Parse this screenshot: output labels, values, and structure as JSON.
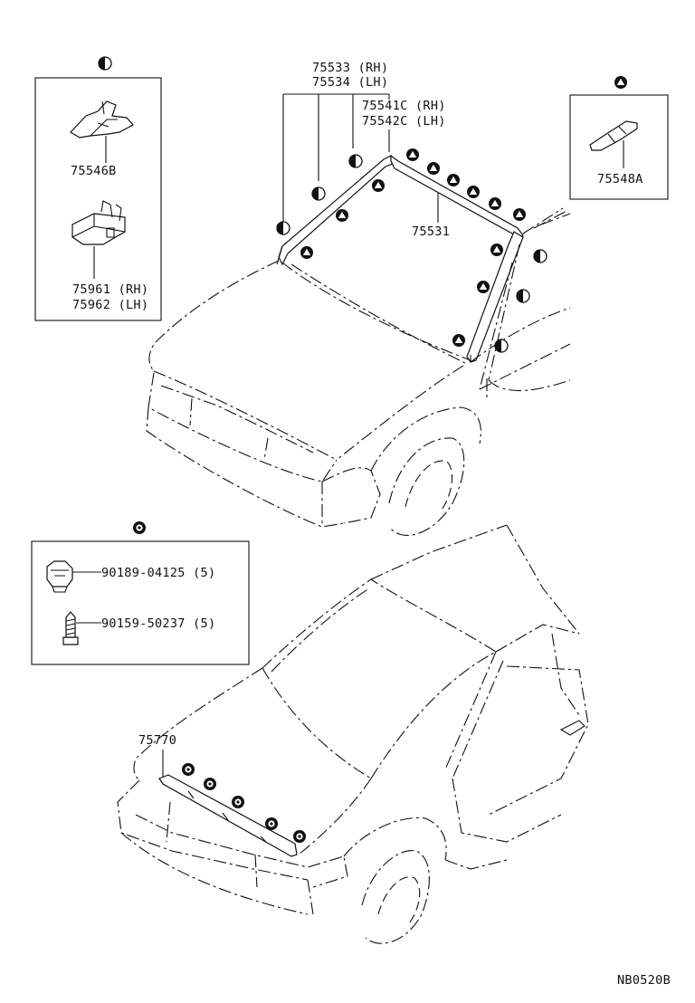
{
  "labels": {
    "p75533": "75533 (RH)",
    "p75534": "75534 (LH)",
    "p75541c": "75541C (RH)",
    "p75542c": "75542C (LH)",
    "p75548a": "75548A",
    "p75546b": "75546B",
    "p75961": "75961 (RH)",
    "p75962": "75962 (LH)",
    "p75531": "75531",
    "p90189": "90189-04125 (5)",
    "p90159": "90159-50237 (5)",
    "p75770": "75770",
    "diagram_id": "NB0520B"
  },
  "symbols": {
    "triangle": "triangle-in-circle-icon",
    "half": "half-filled-circle-icon",
    "dot": "dot-in-circle-icon"
  }
}
